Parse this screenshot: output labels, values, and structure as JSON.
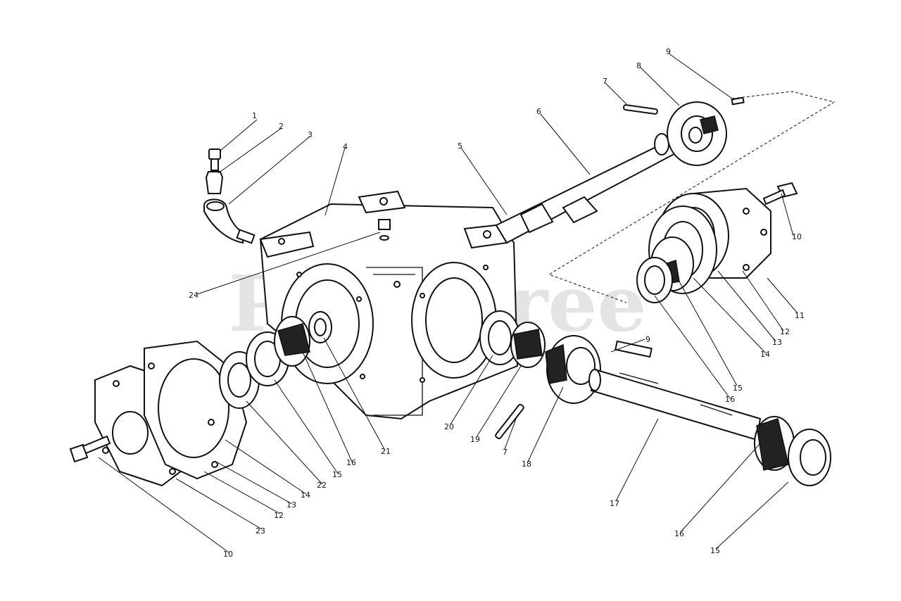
{
  "watermark": "PartsTree",
  "callouts": [
    {
      "id": "c1",
      "text": "1"
    },
    {
      "id": "c2",
      "text": "2"
    },
    {
      "id": "c3",
      "text": "3"
    },
    {
      "id": "c4",
      "text": "4"
    },
    {
      "id": "c5",
      "text": "5"
    },
    {
      "id": "c6",
      "text": "6"
    },
    {
      "id": "c7a",
      "text": "7"
    },
    {
      "id": "c8",
      "text": "8"
    },
    {
      "id": "c9a",
      "text": "9"
    },
    {
      "id": "c10a",
      "text": "10"
    },
    {
      "id": "c11",
      "text": "11"
    },
    {
      "id": "c12a",
      "text": "12"
    },
    {
      "id": "c13a",
      "text": "13"
    },
    {
      "id": "c14a",
      "text": "14"
    },
    {
      "id": "c15a",
      "text": "15"
    },
    {
      "id": "c16a",
      "text": "16"
    },
    {
      "id": "c24",
      "text": "24"
    },
    {
      "id": "c9b",
      "text": "9"
    },
    {
      "id": "c20",
      "text": "20"
    },
    {
      "id": "c19",
      "text": "19"
    },
    {
      "id": "c7b",
      "text": "7"
    },
    {
      "id": "c18",
      "text": "18"
    },
    {
      "id": "c21",
      "text": "21"
    },
    {
      "id": "c16b",
      "text": "16"
    },
    {
      "id": "c15b",
      "text": "15"
    },
    {
      "id": "c22",
      "text": "22"
    },
    {
      "id": "c14b",
      "text": "14"
    },
    {
      "id": "c13b",
      "text": "13"
    },
    {
      "id": "c12b",
      "text": "12"
    },
    {
      "id": "c23",
      "text": "23"
    },
    {
      "id": "c10b",
      "text": "10"
    },
    {
      "id": "c17",
      "text": "17"
    },
    {
      "id": "c16c",
      "text": "16"
    },
    {
      "id": "c15c",
      "text": "15"
    }
  ]
}
